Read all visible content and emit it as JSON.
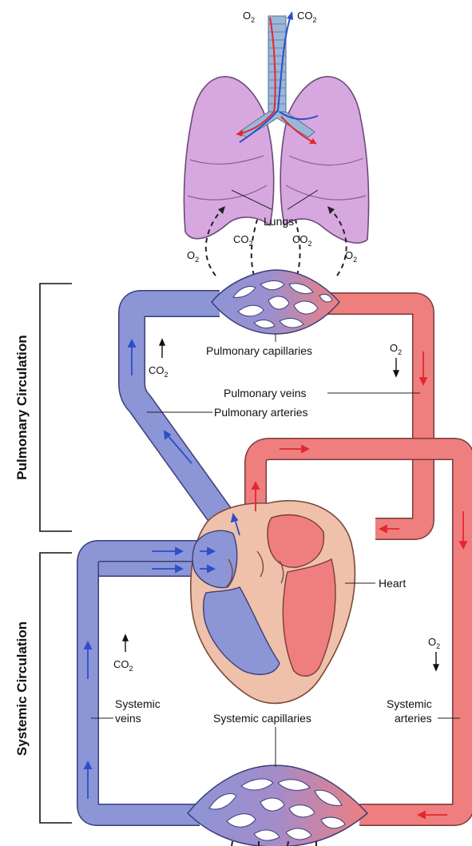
{
  "labels": {
    "lungs": "Lungs",
    "pulmonary_capillaries": "Pulmonary capillaries",
    "pulmonary_veins": "Pulmonary veins",
    "pulmonary_arteries": "Pulmonary arteries",
    "heart": "Heart",
    "systemic_veins_line1": "Systemic",
    "systemic_veins_line2": "veins",
    "systemic_capillaries": "Systemic capillaries",
    "systemic_arteries_line1": "Systemic",
    "systemic_arteries_line2": "arteries"
  },
  "side_labels": {
    "pulmonary": "Pulmonary Circulation",
    "systemic": "Systemic Circulation"
  },
  "gases": {
    "o2_base": "O",
    "co2_base": "CO",
    "subscript": "2"
  },
  "colors": {
    "oxygenated": "#ef7f7f",
    "deoxygenated": "#8c95d6",
    "lung": "#d7a8e0",
    "heart_wall": "#efc0aa",
    "arrow_blue": "#2c4ec8",
    "arrow_red": "#e4262d"
  }
}
